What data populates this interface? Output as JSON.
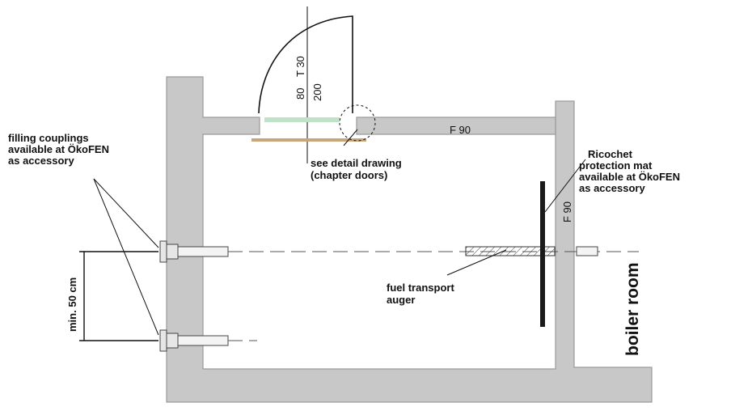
{
  "labels": {
    "filling_couplings": [
      "filling couplings",
      "available at ÖkoFEN",
      "as accessory"
    ],
    "see_detail": [
      "see detail drawing",
      "(chapter doors)"
    ],
    "ricochet_mat": [
      "Ricochet",
      "protection mat",
      "available at ÖkoFEN",
      "as accessory"
    ],
    "fuel_auger": [
      "fuel transport",
      "auger"
    ],
    "boiler_room": "boiler room",
    "min_distance": "min. 50 cm",
    "wall_rating_top": "F 90",
    "wall_rating_right": "F 90",
    "door_rating": "T 30",
    "door_width": "80",
    "door_height": "200"
  },
  "colors": {
    "wall_fill": "#c8c8c8",
    "wall_stroke": "#9a9a9a",
    "green_bar": "#bfe3c9",
    "tan_bar": "#c9a57a",
    "mat": "#1a1a1a",
    "line": "#111111"
  },
  "icons": {
    "coupling": "filling-coupling-icon",
    "auger": "auger-icon",
    "detail": "detail-circle-icon"
  }
}
